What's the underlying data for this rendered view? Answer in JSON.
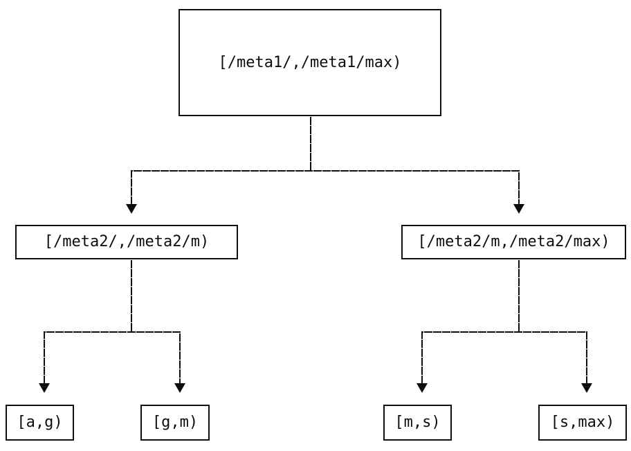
{
  "diagram": {
    "type": "tree",
    "background_color": "#ffffff",
    "line_color": "#0d0d0d",
    "nodes": {
      "root": {
        "label": "[/meta1/,/meta1/max)"
      },
      "mid_left": {
        "label": "[/meta2/,/meta2/m)"
      },
      "mid_right": {
        "label": "[/meta2/m,/meta2/max)"
      },
      "leaf_ag": {
        "label": "[a,g)"
      },
      "leaf_gm": {
        "label": "[g,m)"
      },
      "leaf_ms": {
        "label": "[m,s)"
      },
      "leaf_smax": {
        "label": "[s,max)"
      }
    },
    "edges": [
      {
        "from": "root",
        "to": "mid_left"
      },
      {
        "from": "root",
        "to": "mid_right"
      },
      {
        "from": "mid_left",
        "to": "leaf_ag"
      },
      {
        "from": "mid_left",
        "to": "leaf_gm"
      },
      {
        "from": "mid_right",
        "to": "leaf_ms"
      },
      {
        "from": "mid_right",
        "to": "leaf_smax"
      }
    ]
  }
}
